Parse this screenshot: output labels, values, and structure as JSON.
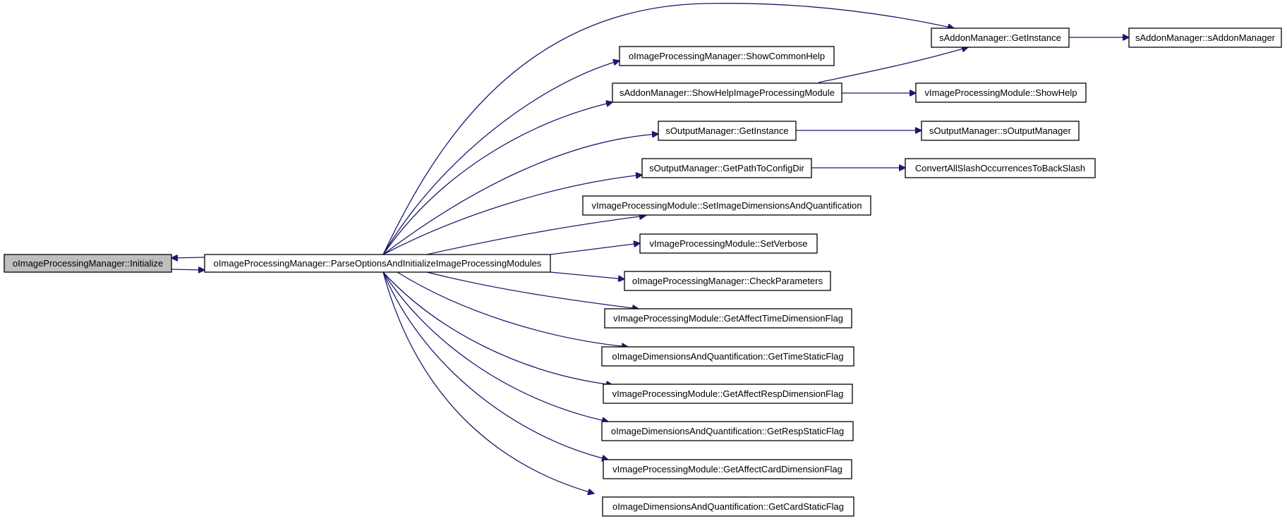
{
  "graph": {
    "nodes": {
      "init": "oImageProcessingManager::Initialize",
      "parse": "oImageProcessingManager::ParseOptionsAndInitializeImageProcessingModules",
      "addon_get": "sAddonManager::GetInstance",
      "addon_ctor": "sAddonManager::sAddonManager",
      "common_help": "oImageProcessingManager::ShowCommonHelp",
      "show_help_mod": "sAddonManager::ShowHelpImageProcessingModule",
      "vshow_help": "vImageProcessingModule::ShowHelp",
      "out_get": "sOutputManager::GetInstance",
      "out_ctor": "sOutputManager::sOutputManager",
      "path_cfg": "sOutputManager::GetPathToConfigDir",
      "convert_slash": "ConvertAllSlashOccurrencesToBackSlash",
      "set_dims": "vImageProcessingModule::SetImageDimensionsAndQuantification",
      "set_verbose": "vImageProcessingModule::SetVerbose",
      "check_params": "oImageProcessingManager::CheckParameters",
      "aff_time": "vImageProcessingModule::GetAffectTimeDimensionFlag",
      "time_static": "oImageDimensionsAndQuantification::GetTimeStaticFlag",
      "aff_resp": "vImageProcessingModule::GetAffectRespDimensionFlag",
      "resp_static": "oImageDimensionsAndQuantification::GetRespStaticFlag",
      "aff_card": "vImageProcessingModule::GetAffectCardDimensionFlag",
      "card_static": "oImageDimensionsAndQuantification::GetCardStaticFlag"
    }
  }
}
